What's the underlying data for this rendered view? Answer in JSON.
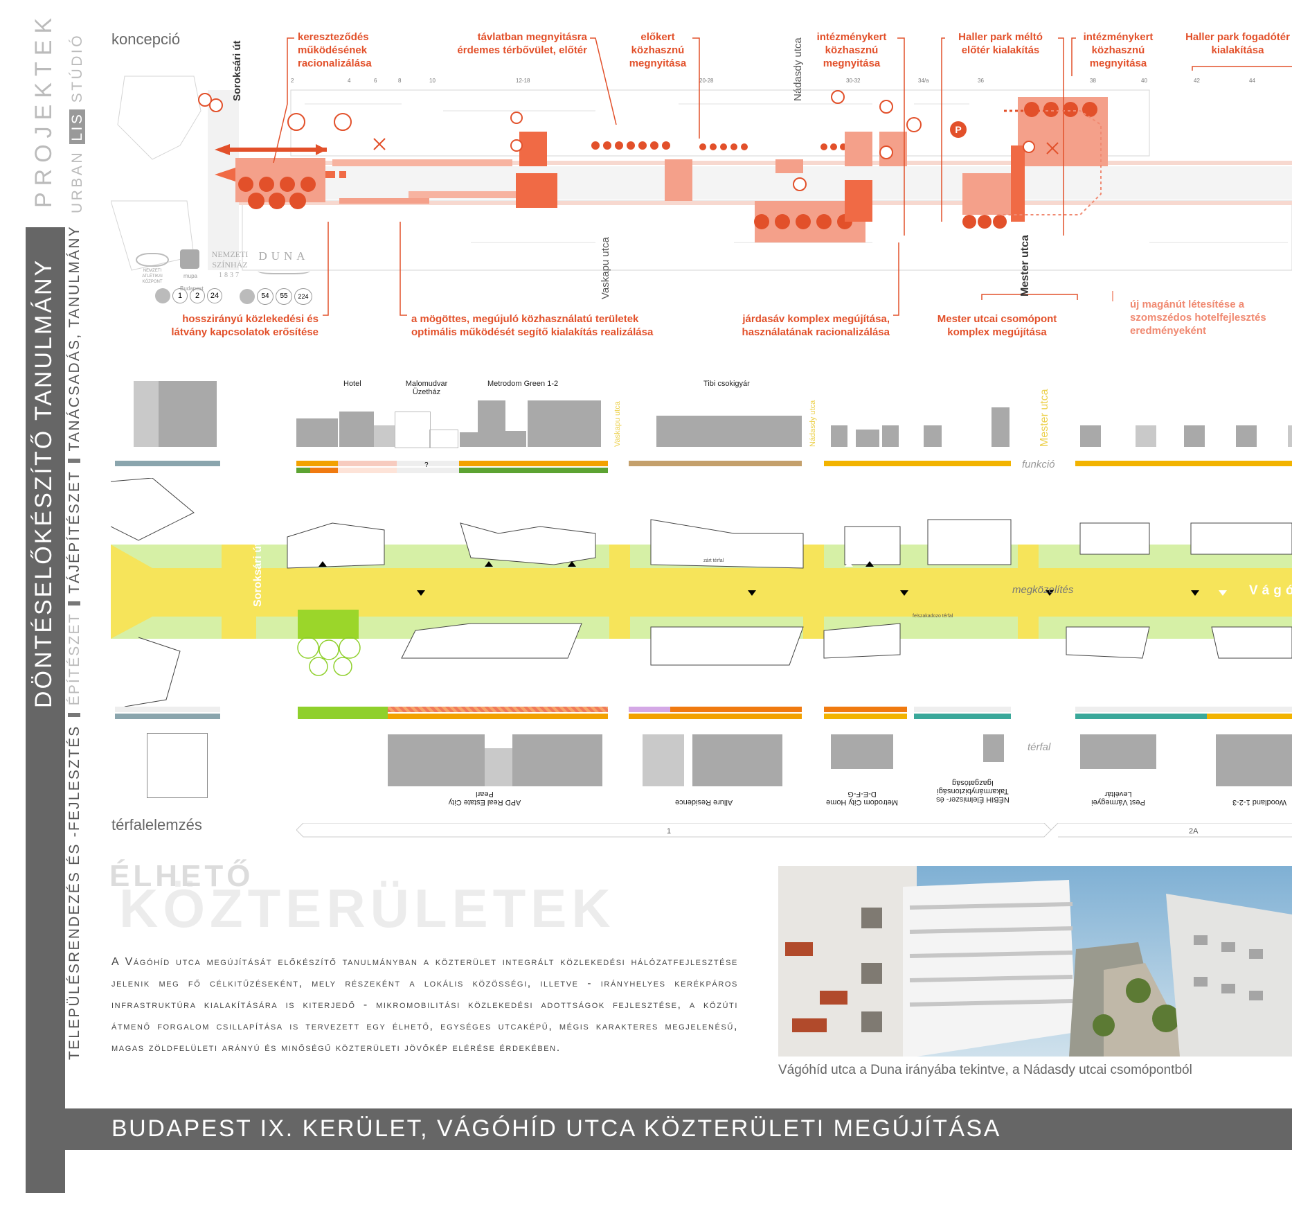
{
  "sidebar": {
    "band_title": "DÖNTÉSELŐKÉSZÍTŐ TANULMÁNY",
    "categories": {
      "planning": "TELEPÜLÉSRENDEZÉS ÉS -FEJLESZTÉS",
      "architecture": "ÉPÍTÉSZET",
      "landscape": "TÁJÉPÍTÉSZET",
      "consulting": "TANÁCSADÁS, TANULMÁNY"
    },
    "section": "PROJEKTEK",
    "studio_prefix": "URBAN",
    "studio_lis": "LIS",
    "studio_suffix": "STÚDIÓ"
  },
  "concept": {
    "label": "koncepció",
    "annotations_top": [
      "kereszteződés működésének racionalizálása",
      "távlatban megnyitásra érdemes térbővület, előtér",
      "előkert közhasznú megnyitása",
      "intézménykert közhasznú megnyitása",
      "Haller park méltó előtér kialakítás",
      "intézménykert közhasznú megnyitása",
      "Haller park fogadótér kialakítása"
    ],
    "annotations_bottom": [
      "hosszirányú közlekedési és látvány kapcsolatok erősítése",
      "a mögöttes, megújuló közhasználatú területek optimális működését segítő kialakítás realizálása",
      "járdasáv komplex megújítása, használatának racionalizálása",
      "Mester utcai csomópont komplex megújítása",
      "új magánút létesítése a szomszédos hotelfejlesztés eredményeként"
    ],
    "streets": {
      "soroksari": "Soroksári út",
      "nadasdy": "Nádasdy utca",
      "vaskapu": "Vaskapu utca",
      "mester": "Mester utca"
    },
    "house_numbers": [
      "2",
      "4",
      "6",
      "8",
      "10",
      "12-18",
      "20-28",
      "30-32",
      "34/a",
      "36",
      "38",
      "40",
      "42",
      "44"
    ],
    "icons": {
      "tram": "tram-icon",
      "bus": "bus-icon",
      "parking": "P",
      "new": "új"
    },
    "tram_lines": [
      "1",
      "2",
      "24"
    ],
    "bus_lines": [
      "54",
      "55",
      "224"
    ],
    "logos": {
      "atletikai": "NEMZETI ATLÉTIKAI KÖZPONT",
      "mupa": "mupa Budapest",
      "szinhaz_top": "NEMZETI",
      "szinhaz_mid": "SZÍNHÁZ",
      "szinhaz_year": "1837",
      "duna": "DUNA"
    }
  },
  "analysis": {
    "buildings_top": [
      "Hotel",
      "Malomudvar Üzetház",
      "Metrodom Green 1-2",
      "Tibi csokigyár"
    ],
    "buildings_bottom": [
      "APD Real Estate City Pearl",
      "Allure Residence",
      "Metrodom City Home D-E-F-G",
      "NÉBIH Élelmiszer- és Takarmánybiztonsági Igazgatóság",
      "Pest Vármegyei Levéltár",
      "Woodland 1-2-3"
    ],
    "row_labels": {
      "function": "funkció",
      "approach": "megközelítés",
      "frontage": "térfal"
    },
    "street_name_partial": "Vágó",
    "small_labels": {
      "zart_terfal": "zárt térfal",
      "felszakadozo": "felszakadozo térfal",
      "question": "?"
    },
    "label": "térfalelemzés",
    "segments": [
      "1",
      "2A"
    ],
    "colors": {
      "orange": "#e2502a",
      "yellow": "#f6e45a",
      "green": "#cdeb8b",
      "function_orange": "#f2a100",
      "function_green": "#5ca332",
      "teal": "#3aa89a",
      "tan": "#c4a06c"
    }
  },
  "livable": {
    "title_small": "ÉLHETŐ",
    "title_big": "KÖZTERÜLETEK",
    "body": "A Vágóhíd utca megújítását előkészítő tanulmányban a közterület integrált közlekedési hálózatfejlesztése jelenik meg fő célkitűzéseként, mely részeként a lokális közösségi, illetve - irányhelyes kerékpáros infrastruktúra kialakítására is kiterjedő - mikromobilitási közlekedési adottságok fejlesztése, a közúti átmenő forgalom csillapítása is tervezett egy élhető, egységes utcaképű, mégis karakteres megjelenésű, magas zöldfelületi arányú és minőségű közterületi jövőkép elérése érdekében.",
    "photo_caption": "Vágóhíd utca a Duna irányába tekintve, a Nádasdy utcai csomópontból"
  },
  "footer": {
    "title": "BUDAPEST IX. KERÜLET, VÁGÓHÍD UTCA KÖZTERÜLETI MEGÚJÍTÁSA"
  }
}
